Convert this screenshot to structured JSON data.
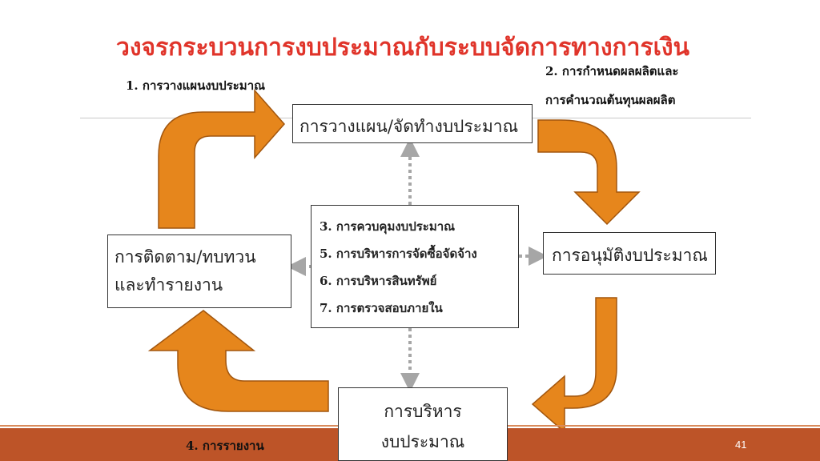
{
  "title": "วงจรกระบวนการงบประมาณกับระบบจัดการทางการเงิน",
  "steps": {
    "step1": "1. การวางแผนงบประมาณ",
    "step2_line1": "2. การกำหนดผลผลิตและ",
    "step2_line2": "การคำนวณต้นทุนผลผลิต",
    "step4": "4. การรายงาน"
  },
  "boxes": {
    "planning": "การวางแผน/จัดทำงบประมาณ",
    "approval": "การอนุมัติงบประมาณ",
    "management_line1": "การบริหาร",
    "management_line2": "งบประมาณ",
    "monitoring_line1": "การติดตาม/ทบทวน",
    "monitoring_line2": "และทำรายงาน"
  },
  "center": {
    "items": [
      "3. การควบคุมงบประมาณ",
      "5. การบริหารการจัดซื้อจัดจ้าง",
      "6. การบริหารสินทรัพย์",
      "7. การตรวจสอบภายใน"
    ]
  },
  "page_number": "41",
  "colors": {
    "title": "#e0342a",
    "arrow_fill": "#e6861c",
    "arrow_stroke": "#a2560e",
    "footer": "#bd5428",
    "dotted": "#a6a6a6"
  }
}
